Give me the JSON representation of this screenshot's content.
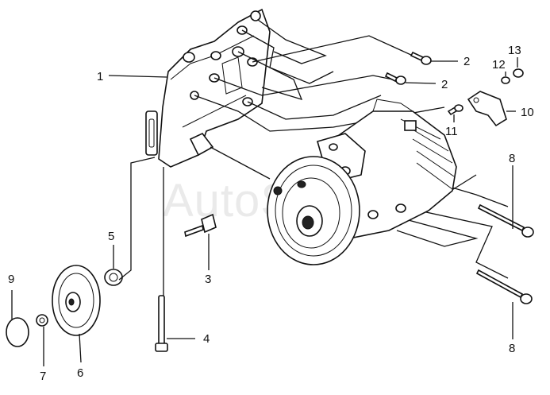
{
  "diagram": {
    "watermark": "AutoSoft",
    "callouts": [
      {
        "id": "1",
        "text": "1"
      },
      {
        "id": "2a",
        "text": "2"
      },
      {
        "id": "2b",
        "text": "2"
      },
      {
        "id": "3",
        "text": "3"
      },
      {
        "id": "4",
        "text": "4"
      },
      {
        "id": "5",
        "text": "5"
      },
      {
        "id": "6",
        "text": "6"
      },
      {
        "id": "7",
        "text": "7"
      },
      {
        "id": "8a",
        "text": "8"
      },
      {
        "id": "8b",
        "text": "8"
      },
      {
        "id": "9",
        "text": "9"
      },
      {
        "id": "10",
        "text": "10"
      },
      {
        "id": "11",
        "text": "11"
      },
      {
        "id": "12",
        "text": "12"
      },
      {
        "id": "13",
        "text": "13"
      }
    ]
  }
}
